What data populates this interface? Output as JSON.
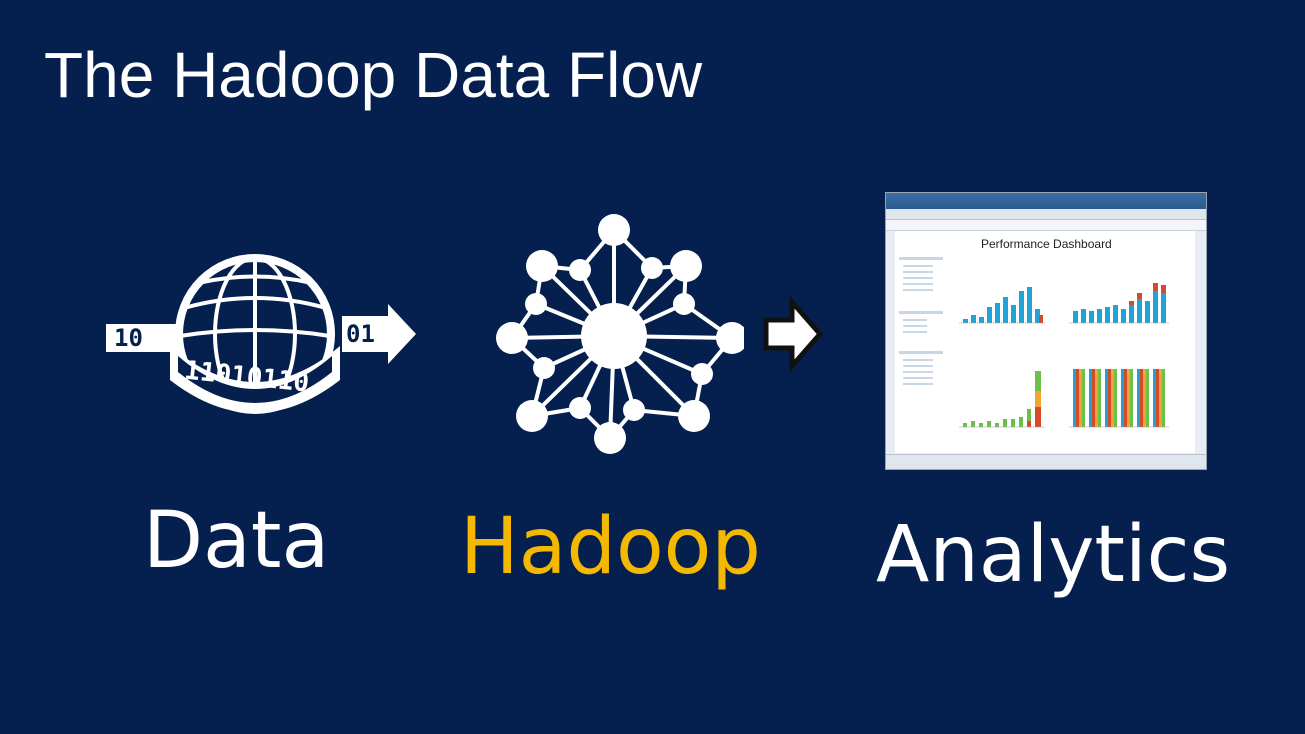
{
  "slide": {
    "title": "The Hadoop Data Flow",
    "labels": {
      "data": "Data",
      "hadoop": "Hadoop",
      "analytics": "Analytics"
    }
  },
  "globe_icon": {
    "name": "globe-binary-icon",
    "left_bits": "10",
    "band_bits": "11010110",
    "right_bits": "01"
  },
  "network_icon": {
    "name": "network-hub-icon"
  },
  "arrow_icon": {
    "name": "right-arrow-icon"
  },
  "screenshot": {
    "dashboard_title": "Performance Dashboard"
  },
  "colors": {
    "background": "#05204f",
    "hadoop_label": "#f5b800",
    "foreground": "#ffffff"
  }
}
